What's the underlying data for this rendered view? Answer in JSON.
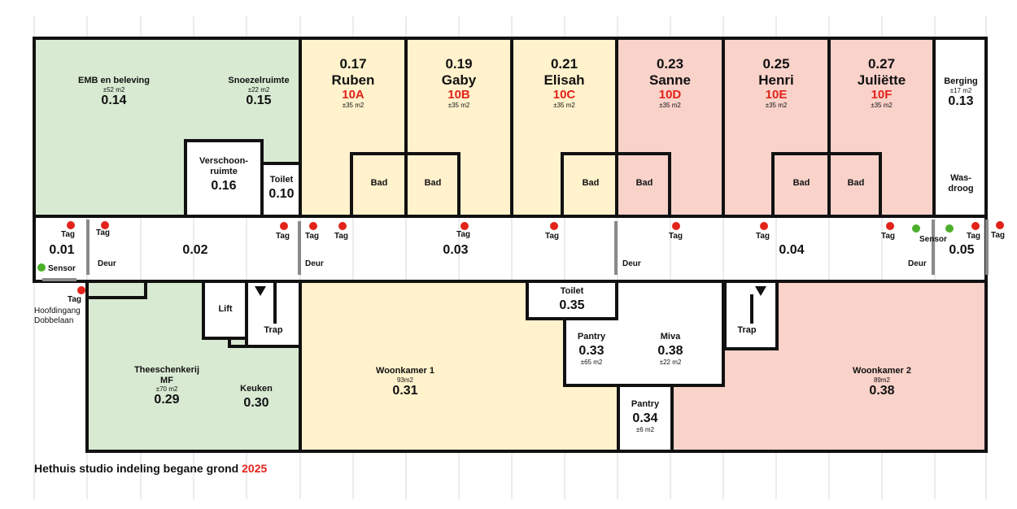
{
  "caption": {
    "text": "Hethuis studio indeling begane grond ",
    "year": "2025"
  },
  "colors": {
    "green": "#d9ead3",
    "yellow": "#fff2cc",
    "pink": "#f9d2ca",
    "red": "#e2231a",
    "sensor": "#4caf2a",
    "door": "#8a8a8a"
  },
  "rooms": {
    "emb": {
      "name": "EMB en beleving",
      "area": "±52 m2",
      "number": "0.14"
    },
    "snoezel": {
      "name": "Snoezelruimte",
      "area": "±22 m2",
      "number": "0.15"
    },
    "verschoon": {
      "name": "Verschoon-\nruimte",
      "number": "0.16"
    },
    "toilet010": {
      "name": "Toilet",
      "number": "0.10"
    },
    "studios": [
      {
        "number": "0.17",
        "resident": "Ruben",
        "code": "10A",
        "area": "±35 m2"
      },
      {
        "number": "0.19",
        "resident": "Gaby",
        "code": "10B",
        "area": "±35 m2"
      },
      {
        "number": "0.21",
        "resident": "Elisah",
        "code": "10C",
        "area": "±35 m2"
      },
      {
        "number": "0.23",
        "resident": "Sanne",
        "code": "10D",
        "area": "±35 m2"
      },
      {
        "number": "0.25",
        "resident": "Henri",
        "code": "10E",
        "area": "±35 m2"
      },
      {
        "number": "0.27",
        "resident": "Juliëtte",
        "code": "10F",
        "area": "±35 m2"
      }
    ],
    "bad": "Bad",
    "berging": {
      "name": "Berging",
      "area": "±17 m2",
      "number": "0.13"
    },
    "wasdroog": "Was-\ndroog",
    "corridor": {
      "c01": "0.01",
      "c02": "0.02",
      "c03": "0.03",
      "c04": "0.04",
      "c05": "0.05"
    },
    "lift": "Lift",
    "trap": "Trap",
    "thee": {
      "name": "Theeschenkerij\nMF",
      "area": "±70 m2",
      "number": "0.29"
    },
    "keuken": {
      "name": "Keuken",
      "number": "0.30"
    },
    "woonkamer1": {
      "name": "Woonkamer 1",
      "area": "93m2",
      "number": "0.31"
    },
    "toilet035": {
      "name": "Toilet",
      "number": "0.35"
    },
    "pantry033": {
      "name": "Pantry",
      "number": "0.33",
      "area": "±65 m2"
    },
    "miva": {
      "name": "Miva",
      "number": "0.38",
      "area": "±22 m2"
    },
    "pantry034": {
      "name": "Pantry",
      "number": "0.34",
      "area": "±6 m2"
    },
    "woonkamer2": {
      "name": "Woonkamer 2",
      "area": "89m2",
      "number": "0.38"
    }
  },
  "labels": {
    "tag": "Tag",
    "deur": "Deur",
    "sensor": "Sensor",
    "entrance": "Hoofdingang\nDobbelaan"
  }
}
